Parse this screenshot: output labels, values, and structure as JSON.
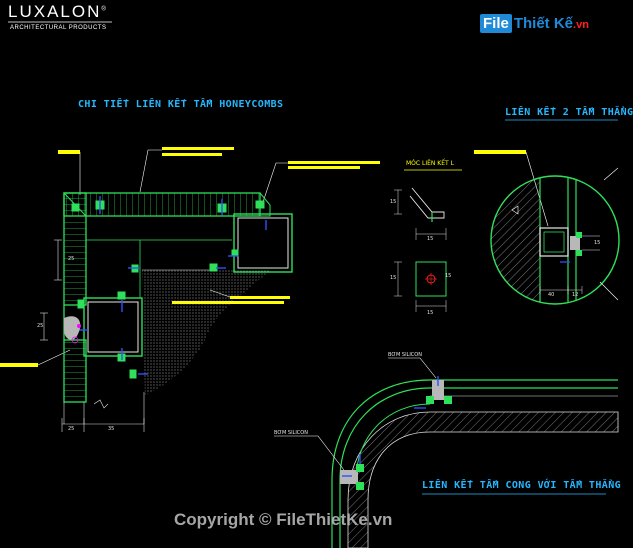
{
  "logo": {
    "name": "LUXALON",
    "mark": "®",
    "subtitle": "ARCHITECTURAL PRODUCTS"
  },
  "brand_badge": {
    "file": "File",
    "thiet_ke": "Thiết Kế",
    "domain": ".vn"
  },
  "titles": {
    "honeycomb": "CHI TIẾT LIÊN KẾT TẤM HONEYCOMBS",
    "two_panels": "LIÊN KẾT 2 TẤM THẲNG",
    "curved": "LIÊN KẾT TẤM CONG VỚI TẤM THẲNG",
    "hook": "MÓC LIÊN KẾT L"
  },
  "annotations": {
    "silicon_top": "BƠM SILICON",
    "silicon_left": "BƠM SILICON"
  },
  "dimensions": {
    "d25_side": "25",
    "d25_left": "25",
    "d25_bottom": "25",
    "d35_bottom": "35",
    "hook_15_top": "15",
    "hook_15_a": "15",
    "hook_15_b": "15",
    "hook_15_side": "15",
    "hook_15_c": "15",
    "circle_40": "40",
    "circle_12": "12",
    "circle_15": "15"
  },
  "watermark": "Copyright © FileThietKe.vn",
  "colors": {
    "green": "#2ee05a",
    "cyan": "#25b8ff",
    "yellow": "#ffff00",
    "magenta": "#ff00ff",
    "red": "#ff2020",
    "blue": "#3050ff"
  }
}
